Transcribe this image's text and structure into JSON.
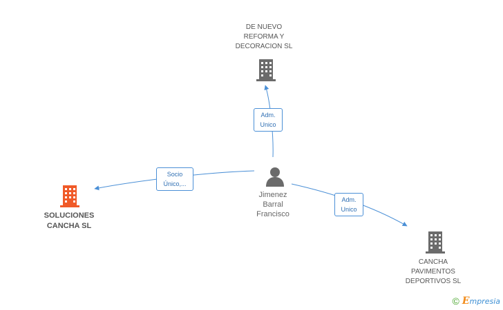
{
  "colors": {
    "edge": "#4a8fd6",
    "building": "#6b6b6b",
    "building_focus": "#f05a28",
    "person": "#6b6b6b"
  },
  "nodes": {
    "de_nuevo": {
      "label": "DE NUEVO\nREFORMA Y\nDECORACION SL",
      "icon": "building-icon"
    },
    "soluciones": {
      "label": "SOLUCIONES\nCANCHA SL",
      "icon": "building-icon"
    },
    "person": {
      "label": "Jimenez\nBarral\nFrancisco",
      "icon": "person-icon"
    },
    "cancha": {
      "label": "CANCHA\nPAVIMENTOS\nDEPORTIVOS SL",
      "icon": "building-icon"
    }
  },
  "edges": {
    "to_de_nuevo": {
      "label": "Adm.\nUnico"
    },
    "to_soluciones": {
      "label": "Socio\nÚnico,..."
    },
    "to_cancha": {
      "label": "Adm.\nUnico"
    }
  },
  "footer": {
    "copyright": "©",
    "brand_initial": "E",
    "brand_rest": "mpresia"
  }
}
